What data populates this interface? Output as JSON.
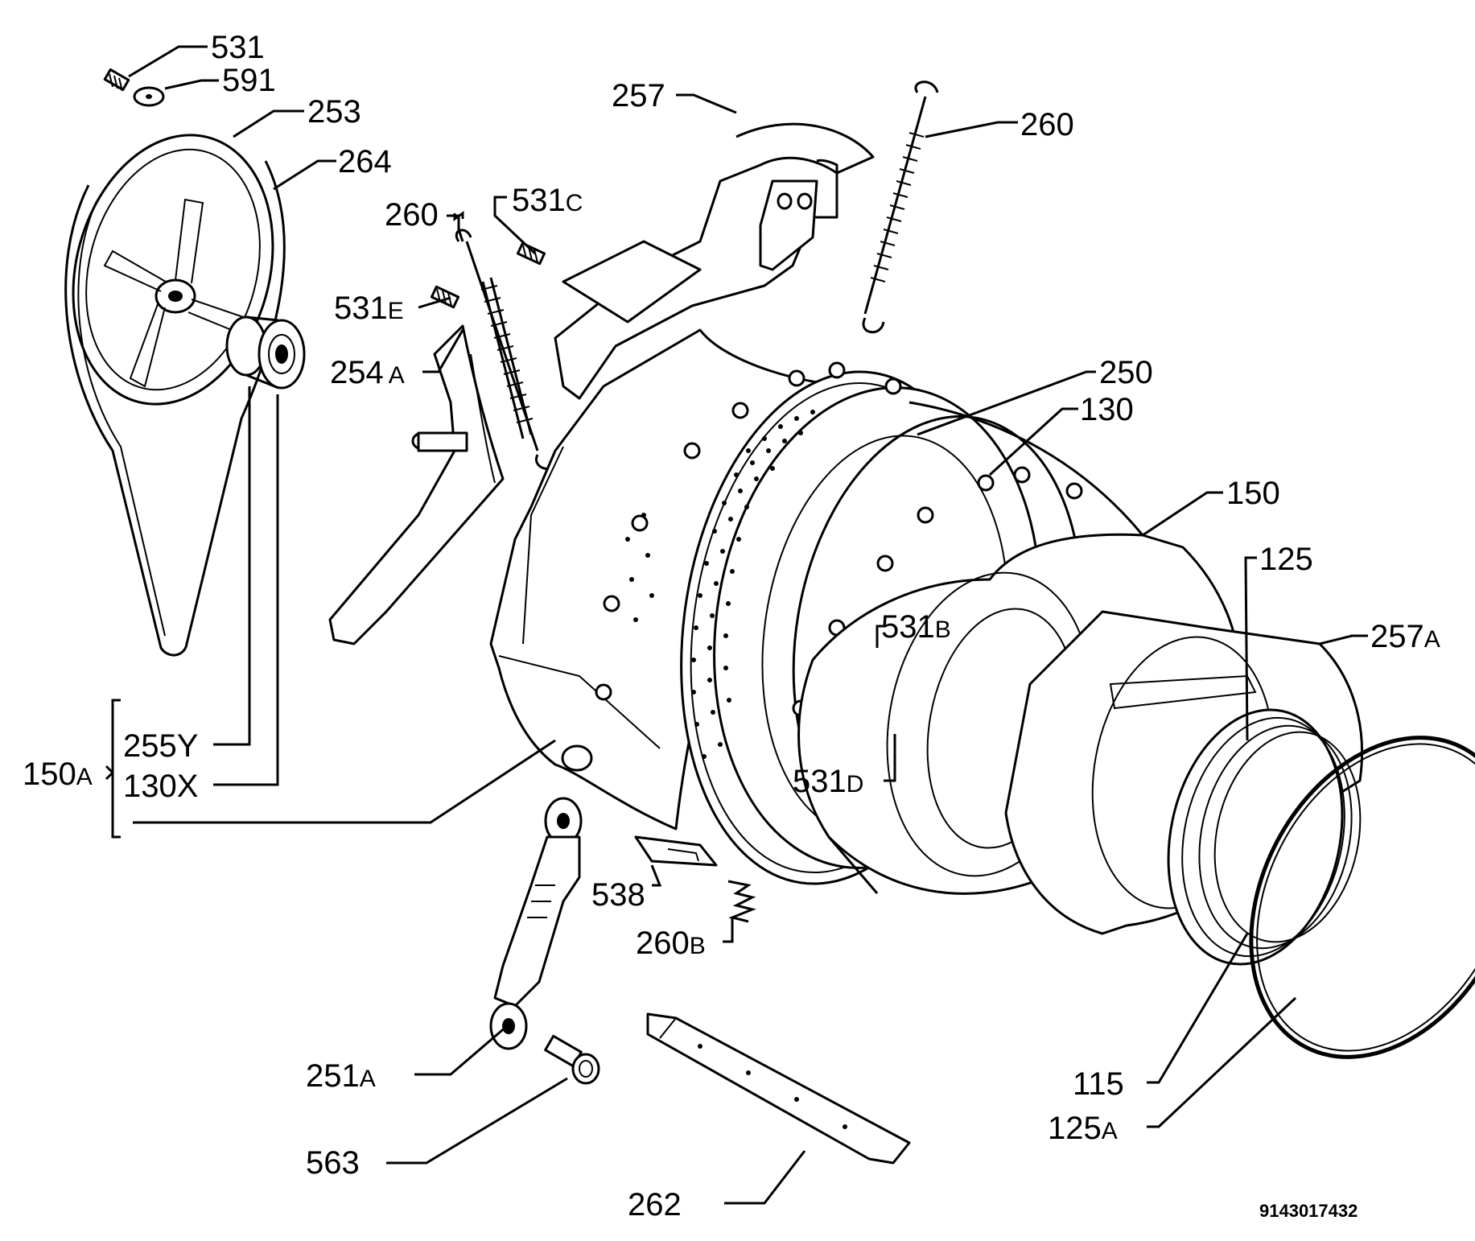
{
  "parts": {
    "p531": "531",
    "p591": "591",
    "p253": "253",
    "p264": "264",
    "p257": "257",
    "p260_right": "260",
    "p260_left": "260",
    "p531c_num": "531",
    "p531c_suf": "C",
    "p531e_num": "531",
    "p531e_suf": "E",
    "p254a_num": "254",
    "p254a_suf": "A",
    "p250": "250",
    "p130": "130",
    "p150": "150",
    "p125": "125",
    "p257a_num": "257",
    "p257a_suf": "A",
    "p531b_num": "531",
    "p531b_suf": "B",
    "p531d_num": "531",
    "p531d_suf": "D",
    "p150a_num": "150",
    "p150a_suf": "A",
    "p255y": "255Y",
    "p130x": "130X",
    "p538": "538",
    "p260b_num": "260",
    "p260b_suf": "B",
    "p251a_num": "251",
    "p251a_suf": "A",
    "p563": "563",
    "p262": "262",
    "p115": "115",
    "p125a_num": "125",
    "p125a_suf": "A"
  },
  "diagram_code": "9143017432"
}
